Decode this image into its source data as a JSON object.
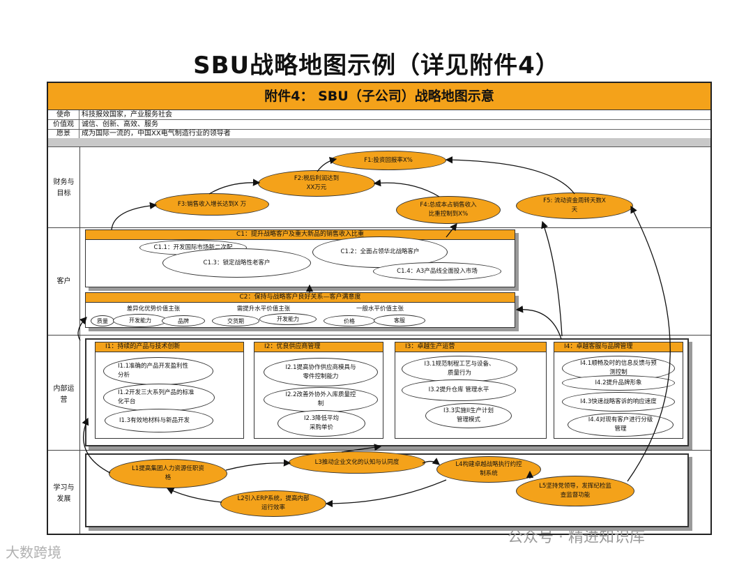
{
  "title": "SBU战略地图示例（详见附件4）",
  "header": "附件4： SBU（子公司）战略地图示意",
  "meta": [
    {
      "key": "使命",
      "value": "科技报效国家，产业服务社会"
    },
    {
      "key": "价值观",
      "value": "诚信、创新、高效、服务"
    },
    {
      "key": "愿景",
      "value": "成为国际一流的，中国XX电气制造行业的领导者"
    }
  ],
  "rows": {
    "finance": "财务与\n目标",
    "customer": "客户",
    "internal": "内部运\n营",
    "learning": "学习与\n发展"
  },
  "finance": {
    "f1": "F1:投资回报率X%",
    "f2": "F2:税后利润达到\nXX万元",
    "f3": "F3:销售收入增长达到X 万",
    "f4": "F4:总成本占销售收入\n比重控制到X%",
    "f5": "F5: 流动资金周转天数X\n天"
  },
  "customer": {
    "c1_head": "C1：提升战略客户及重大新品的销售收入比重",
    "c11": "C1.1：开发国际市场新二次配",
    "c13": "C1.3：锁定战略性老客户",
    "c12": "C1.2：全面占领华北战略客户",
    "c14": "C1.4：A3产品线全面投入市场",
    "c2_head": "C2：保持与战略客户良好关系—客户满意度",
    "groups": [
      "差异化优势价值主张",
      "需提升水平价值主张",
      "一般水平价值主张"
    ],
    "pills": [
      "质量",
      "开发能力",
      "品牌",
      "交货期",
      "开发能力",
      "价格",
      "客服"
    ]
  },
  "internal": {
    "i1_head": "I1：持续的产品与技术创新",
    "i1": [
      "I1.1准确的产品开发盈利性\n分析",
      "I1.2开发三大系列产品的标准\n化平台",
      "I1.3有效地材料与新品开发"
    ],
    "i2_head": "I2：优良供应商管理",
    "i2": [
      "I2.1提高协作供应商模具与\n零件控制能力",
      "I2.2改善外协外入库质量控\n制",
      "I2.3降低平均\n采购单价"
    ],
    "i3_head": "I3：卓越生产运营",
    "i3": [
      "I3.1规范制程工艺与设备、\n质量行为",
      "I3.2提升仓库    管理水平",
      "I3.3实施II生产计划\n管理模式"
    ],
    "i4_head": "I4：卓越客服与品牌管理",
    "i4": [
      "I4.1顺畅及时的信息反馈与预\n测控制",
      "I4.2提升品牌形象",
      "I4.3快速战略客诉的响应速度",
      "I4.4对现有客户进行分级\n管理"
    ]
  },
  "learning": {
    "l1": "L1提高集团人力资源任职资\n格",
    "l2": "L2引入ERP系统，提高内部\n运行效率",
    "l3": "L3推动企业文化的认知与认同度",
    "l4": "L4构建卓越战略执行约控\n制系统",
    "l5": "L5坚持党领导，发挥纪检监\n查监督功能"
  },
  "watermark": "公众号 · 精进知识库",
  "footer_logo": "大数跨境"
}
